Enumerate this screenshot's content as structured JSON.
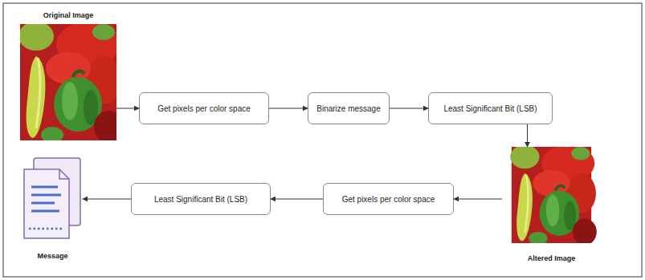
{
  "diagram": {
    "nodes": [
      {
        "text": [
          "Original Image"
        ]
      },
      {
        "text": [
          "Get pixels per color space"
        ]
      },
      {
        "text": [
          "Binarize message"
        ]
      },
      {
        "text": [
          "Least Significant Bit (LSB)"
        ]
      },
      {
        "text": [
          "Altered Image"
        ]
      },
      {
        "text": [
          "Get pixels per color space"
        ]
      },
      {
        "text": [
          "Least Significant Bit (LSB)"
        ]
      },
      {
        "text": [
          "Message"
        ]
      }
    ],
    "edges": [
      {
        "from": 0,
        "to": 1,
        "arrow": "to"
      },
      {
        "from": 1,
        "to": 2,
        "arrow": "to"
      },
      {
        "from": 2,
        "to": 3,
        "arrow": "to"
      },
      {
        "from": 3,
        "to": 4,
        "arrow": "to"
      },
      {
        "from": 4,
        "to": 5,
        "arrow": "to"
      },
      {
        "from": 5,
        "to": 6,
        "arrow": "to"
      },
      {
        "from": 6,
        "to": 7,
        "arrow": "to"
      }
    ]
  }
}
